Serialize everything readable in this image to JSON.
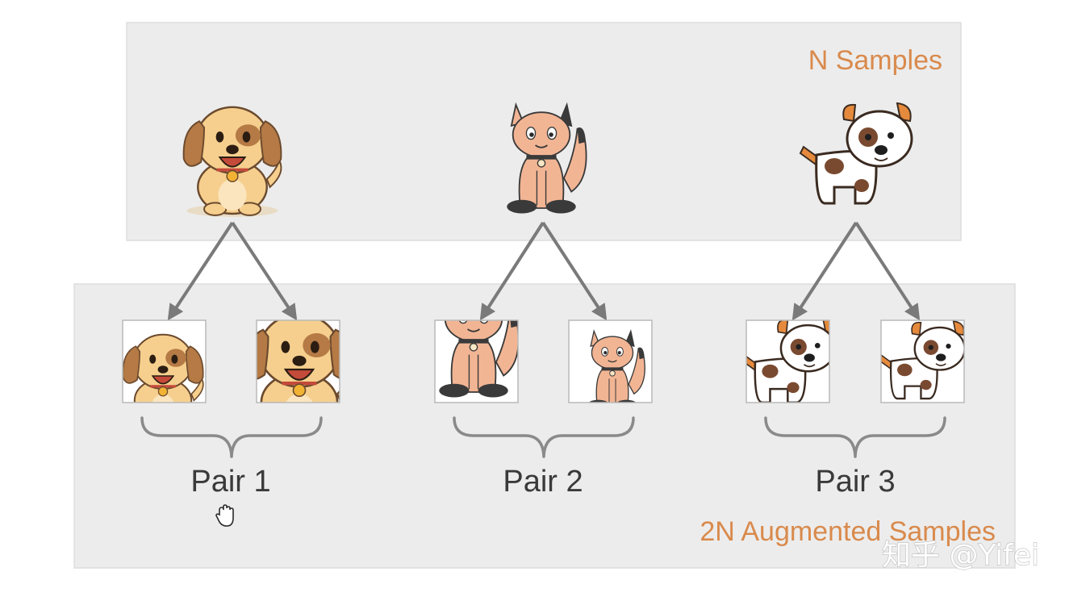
{
  "top_panel": {
    "title": "N Samples"
  },
  "bottom_panel": {
    "title": "2N Augmented Samples"
  },
  "pairs": [
    {
      "label": "Pair 1",
      "source": "dog"
    },
    {
      "label": "Pair 2",
      "source": "cat"
    },
    {
      "label": "Pair 3",
      "source": "puppy"
    }
  ],
  "watermark": "知乎 @Yifei",
  "colors": {
    "panel_bg": "#ececec",
    "title_orange": "#d98a4c",
    "arrow_gray": "#7a7a7a",
    "dog_fur": "#f6cf8e",
    "dog_ear": "#b57a45",
    "cat_fur": "#f2b594",
    "cat_dark": "#3a3a3a",
    "puppy_white": "#ffffff",
    "puppy_patch": "#7a4a30",
    "puppy_orange": "#e58a3c"
  },
  "icons": [
    "dog-icon",
    "cat-icon",
    "puppy-icon",
    "hand-cursor-icon"
  ]
}
